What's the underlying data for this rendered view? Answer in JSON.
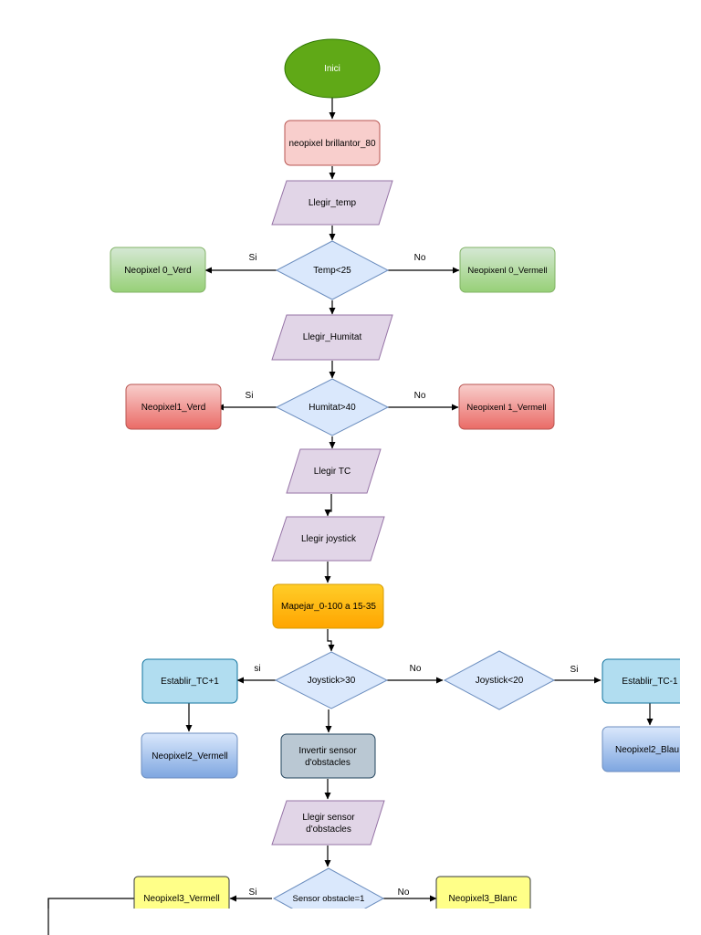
{
  "nodes": {
    "start": "Inici",
    "brightness": "neopixel brillantor_80",
    "read_temp": "Llegir_temp",
    "temp_cond": "Temp<25",
    "np0_green": "Neopixel 0_Verd",
    "np0_red": "Neopixenl 0_Vermell",
    "read_humidity": "Llegir_Humitat",
    "humidity_cond": "Humitat>40",
    "np1_green": "Neopixel1_Verd",
    "np1_red": "Neopixenl 1_Vermell",
    "read_tc": "Llegir TC",
    "read_joystick": "Llegir joystick",
    "map_range": "Mapejar_0-100 a 15-35",
    "joystick_gt": "Joystick>30",
    "joystick_lt": "Joystick<20",
    "set_tc_plus": "Establir_TC+1",
    "set_tc_minus": "Establir_TC-1",
    "np2_red": "Neopixel2_Vermell",
    "np2_blue": "Neopixel2_Blau",
    "invert_sensor_line1": "Invertir sensor",
    "invert_sensor_line2": "d'obstacles",
    "read_sensor_line1": "Llegir sensor",
    "read_sensor_line2": "d'obstacles",
    "sensor_cond": "Sensor obstacle=1",
    "np3_red": "Neopixel3_Vermell",
    "np3_white": "Neopixel3_Blanc"
  },
  "edge_labels": {
    "temp_yes": "Si",
    "temp_no": "No",
    "humidity_yes": "Si",
    "humidity_no": "No",
    "joystick_gt_yes": "si",
    "joystick_gt_no": "No",
    "joystick_lt_yes": "Si",
    "sensor_yes": "Si",
    "sensor_no": "No"
  },
  "colors": {
    "start_fill": "#60a917",
    "start_stroke": "#2d7600",
    "pink_fill": "#f8cecc",
    "pink_stroke": "#b85450",
    "purple_fill": "#e1d5e7",
    "purple_stroke": "#9673a6",
    "diamond_fill": "#dae8fc",
    "diamond_stroke": "#6c8ebf",
    "green_top": "#d5e8d4",
    "green_bottom": "#97d077",
    "green_stroke": "#82b366",
    "red_top": "#f8cecc",
    "red_bottom": "#ea6b66",
    "red_stroke": "#b85450",
    "orange_top": "#ffcd28",
    "orange_bottom": "#ffa500",
    "orange_stroke": "#d79b00",
    "cyan_fill": "#b1ddf0",
    "cyan_stroke": "#10739e",
    "blue_top": "#dae8fc",
    "blue_bottom": "#7ea6e0",
    "blue_stroke": "#6c8ebf",
    "gray_fill": "#bac8d3",
    "gray_stroke": "#23445d",
    "yellow_fill": "#ffff88",
    "yellow_stroke": "#36393d"
  }
}
